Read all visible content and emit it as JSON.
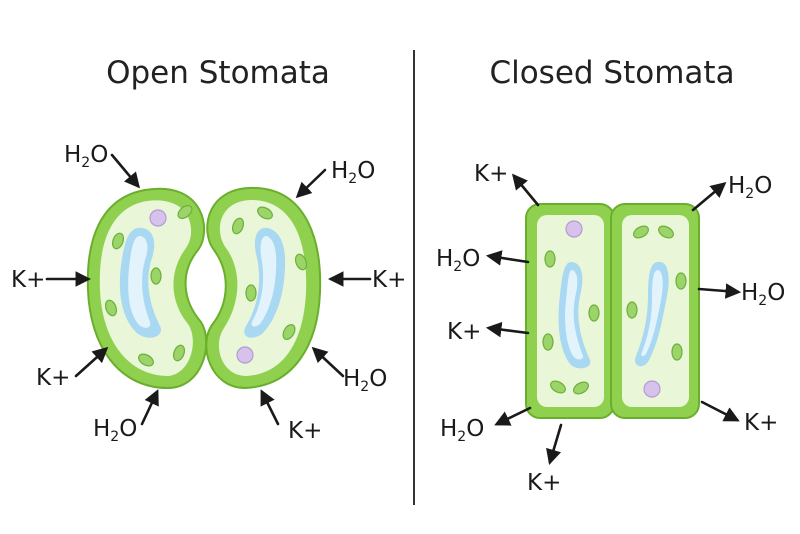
{
  "colors": {
    "cell_wall": "#8fd14f",
    "cytoplasm": "#eaf6d8",
    "vacuole": "#a9d8f3",
    "chloroplast": "#9bd56a",
    "nucleus": "#d6c2ea",
    "arrow": "#1a1a1a"
  },
  "open_panel": {
    "title": "Open Stomata",
    "labels": {
      "h2o_top_left": "H2O",
      "h2o_top_right": "H2O",
      "k_left": "K+",
      "k_right": "K+",
      "k_bottom_left": "K+",
      "h2o_bottom_right": "H2O",
      "h2o_bottom_left": "H2O",
      "k_bottom_right": "K+"
    }
  },
  "closed_panel": {
    "title": "Closed Stomata",
    "labels": {
      "k_top_left": "K+",
      "h2o_top_right": "H2O",
      "h2o_left": "H2O",
      "h2o_right": "H2O",
      "k_left": "K+",
      "h2o_bottom_left": "H2O",
      "k_bottom_right": "K+",
      "k_bottom": "K+"
    }
  }
}
